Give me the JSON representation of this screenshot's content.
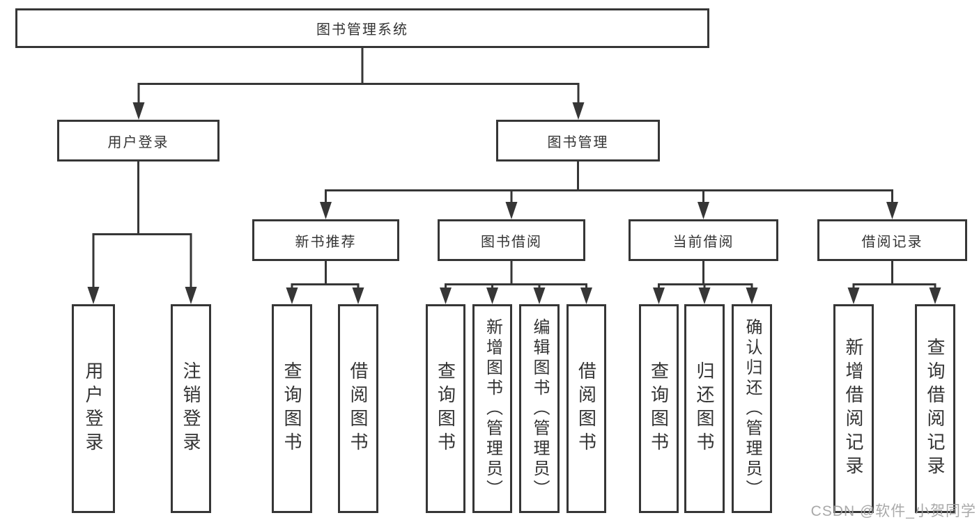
{
  "diagram": {
    "root": "图书管理系统",
    "user_login": {
      "label": "用户登录",
      "children": [
        "用户登录",
        "注销登录"
      ]
    },
    "book_mgmt": {
      "label": "图书管理",
      "sections": [
        {
          "label": "新书推荐",
          "children": [
            "查询图书",
            "借阅图书"
          ]
        },
        {
          "label": "图书借阅",
          "children": [
            "查询图书",
            "新增图书（管理员）",
            "编辑图书（管理员）",
            "借阅图书"
          ]
        },
        {
          "label": "当前借阅",
          "children": [
            "查询图书",
            "归还图书",
            "确认归还（管理员）"
          ]
        },
        {
          "label": "借阅记录",
          "children": [
            "新增借阅记录",
            "查询借阅记录"
          ]
        }
      ]
    },
    "watermark": "CSDN @软件_小贺同学",
    "colors": {
      "line": "#363636",
      "text": "#333333",
      "watermark": "#a0a0a0",
      "background": "#ffffff"
    }
  }
}
